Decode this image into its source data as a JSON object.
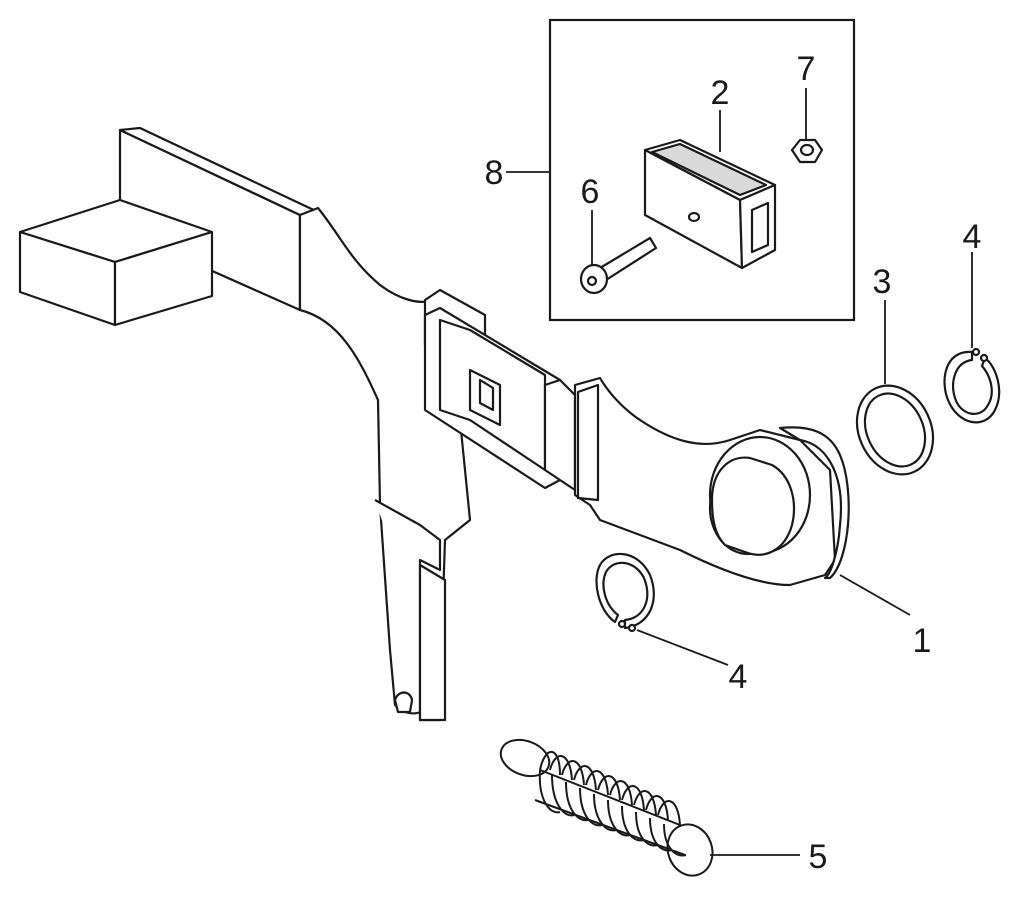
{
  "callouts": {
    "c1": "1",
    "c2": "2",
    "c3": "3",
    "c4a": "4",
    "c4b": "4",
    "c5": "5",
    "c6": "6",
    "c7": "7",
    "c8": "8"
  },
  "colors": {
    "line": "#1a1a1a",
    "fill": "#ffffff",
    "pad": "#d9d9d9"
  }
}
